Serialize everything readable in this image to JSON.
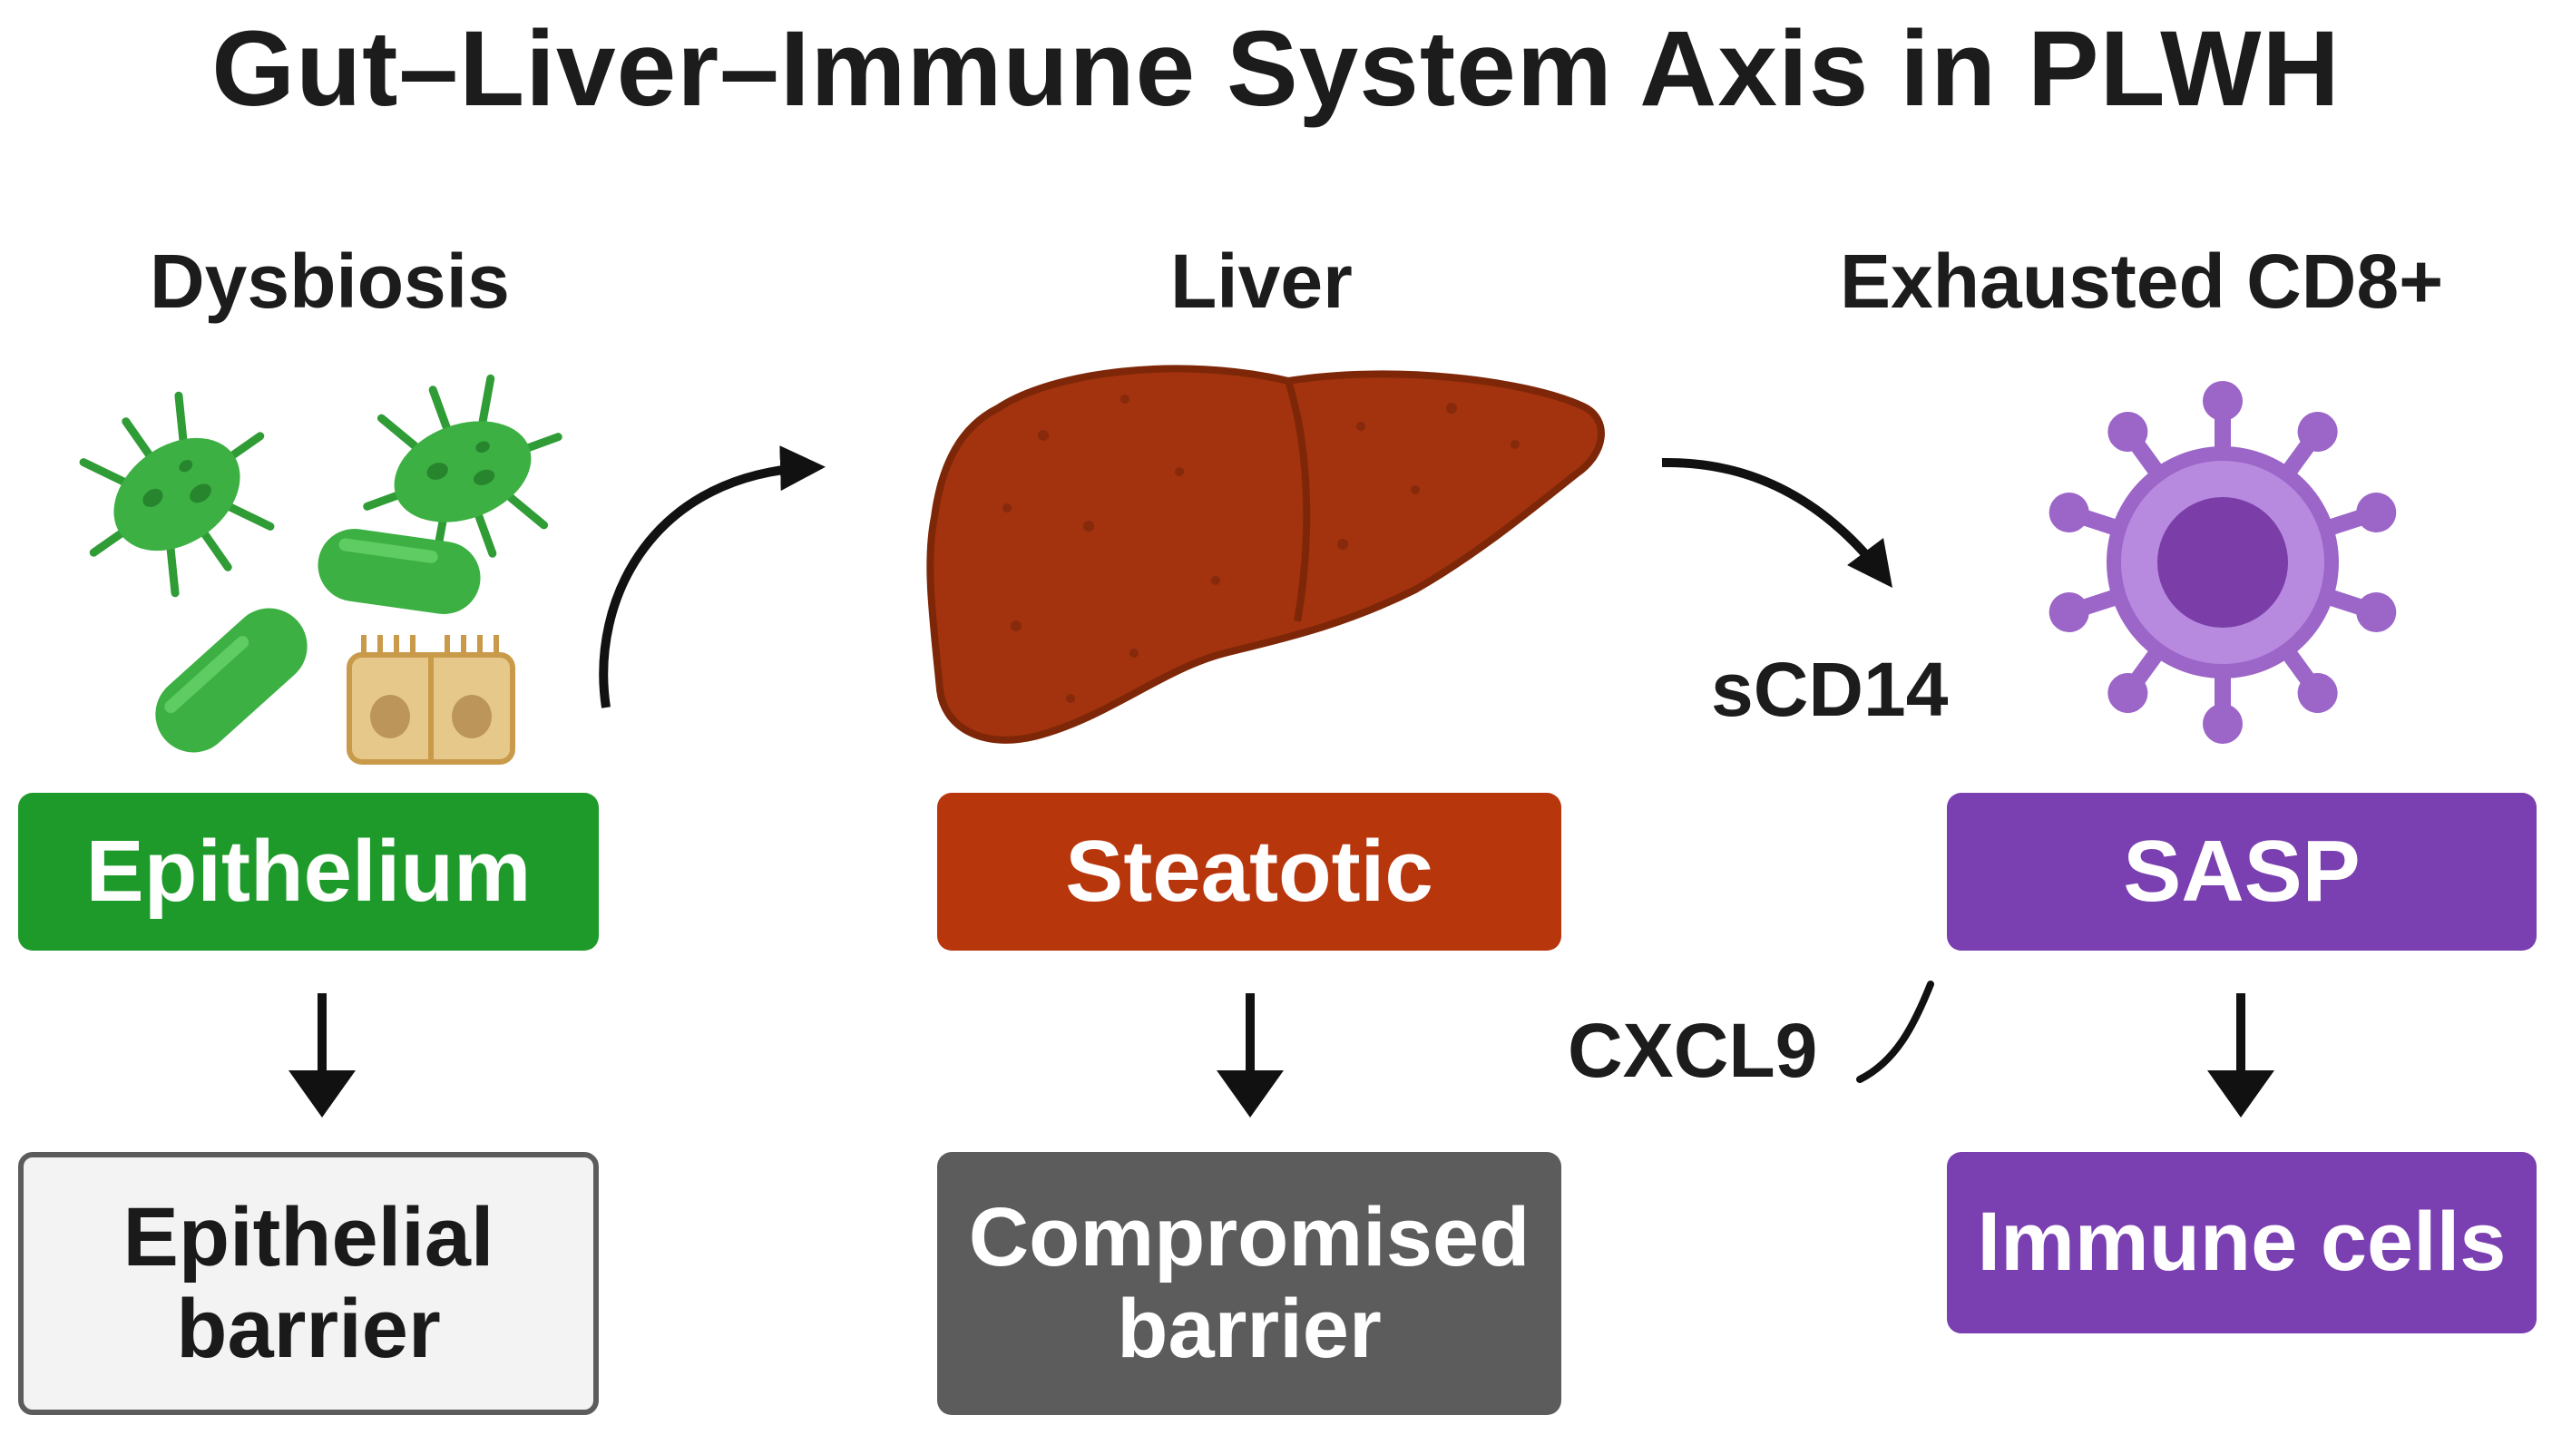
{
  "title": "Gut–Liver–Immune System Axis in PLWH",
  "columns": {
    "gut": {
      "heading": "Dysbiosis",
      "label": "Epithelium",
      "outcome": "Epithelial barrier",
      "icons": [
        "bacteria-icon",
        "bacteria-icon",
        "rod-bacteria-icon",
        "rod-bacteria-icon",
        "epithelial-cells-icon"
      ]
    },
    "liver": {
      "heading": "Liver",
      "label": "Steatotic",
      "outcome": "Compromised barrier",
      "icons": [
        "liver-icon"
      ]
    },
    "immune": {
      "heading": "Exhausted CD8+",
      "label": "SASP",
      "outcome": "Immune cells",
      "icons": [
        "immune-cell-icon"
      ]
    }
  },
  "mediators": {
    "scd14": "sCD14",
    "cxcl9": "CXCL9"
  },
  "colors": {
    "green": "#1e9a2a",
    "bacteria_green": "#3cb043",
    "liver_brown": "#a2330e",
    "steatotic_red": "#b8360c",
    "purple": "#7a3fb0",
    "cell_purple": "#9c65c8",
    "gray": "#5c5c5c",
    "light_gray": "#f3f3f3",
    "cell_tan": "#d9b36e"
  }
}
